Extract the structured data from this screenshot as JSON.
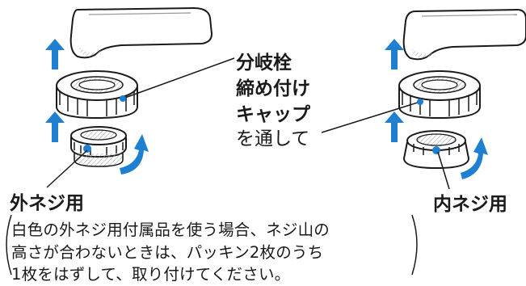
{
  "callout": {
    "line1": "分岐栓",
    "line2": "締め付け",
    "line3": "キャップ",
    "line4": "を通して"
  },
  "labels": {
    "outer_thread": "外ネジ用",
    "inner_thread": "内ネジ用"
  },
  "note": {
    "line1": "白色の外ネジ用付属品を使う場合、ネジ山の",
    "line2": "高さが合わないときは、パッキン2枚のうち",
    "line3": "1枚をはずして、取り付けてください。"
  },
  "colors": {
    "arrow_blue": "#1f7fd0",
    "line": "#1a1a1a"
  }
}
